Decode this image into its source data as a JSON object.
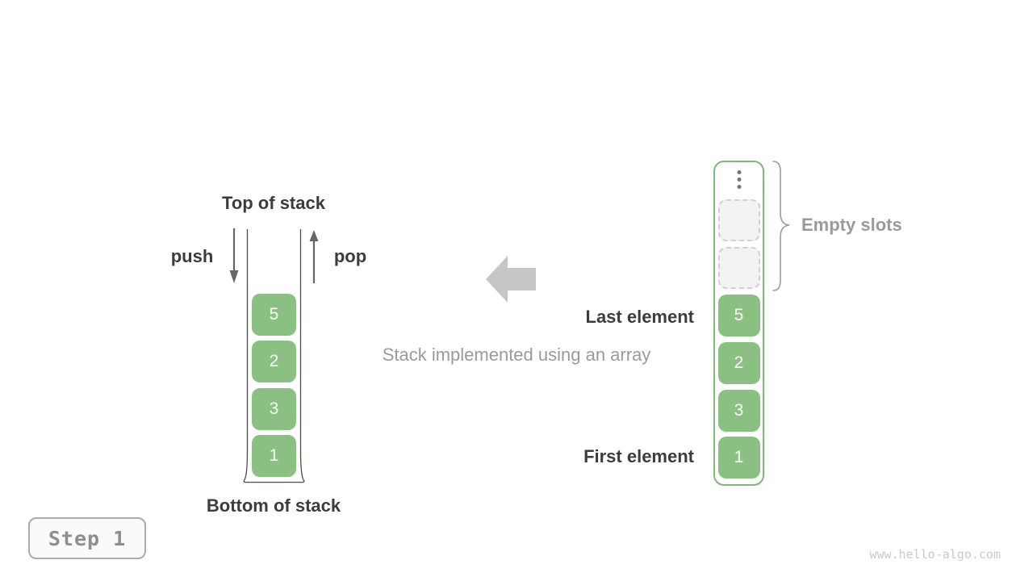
{
  "diagram": {
    "caption": "Stack implemented using an array",
    "labels": {
      "top_of_stack": "Top of stack",
      "bottom_of_stack": "Bottom of stack",
      "push": "push",
      "pop": "pop",
      "last_element": "Last element",
      "first_element": "First element",
      "empty_slots": "Empty slots"
    },
    "stack": {
      "values": [
        "5",
        "2",
        "3",
        "1"
      ]
    },
    "array": {
      "values": [
        "5",
        "2",
        "3",
        "1"
      ],
      "empty_slot_count": 2
    },
    "icons": {
      "push_arrow": "arrow-down",
      "pop_arrow": "arrow-up",
      "transform_arrow": "block-arrow-left",
      "ellipsis": "vertical-ellipsis",
      "empty_range": "curly-brace"
    },
    "colors": {
      "cell_green": "#8bc083",
      "array_border_green": "#7fb87b",
      "empty_slot_bg": "#f3f3f3",
      "empty_slot_border": "#d0d0d0",
      "label_dark": "#3c3c3c",
      "gray_text": "#9a9a9a",
      "block_arrow_gray": "#c6c6c6",
      "thin_arrow_gray": "#666666"
    }
  },
  "step_badge": {
    "label": "Step 1"
  },
  "watermark": "www.hello-algo.com"
}
